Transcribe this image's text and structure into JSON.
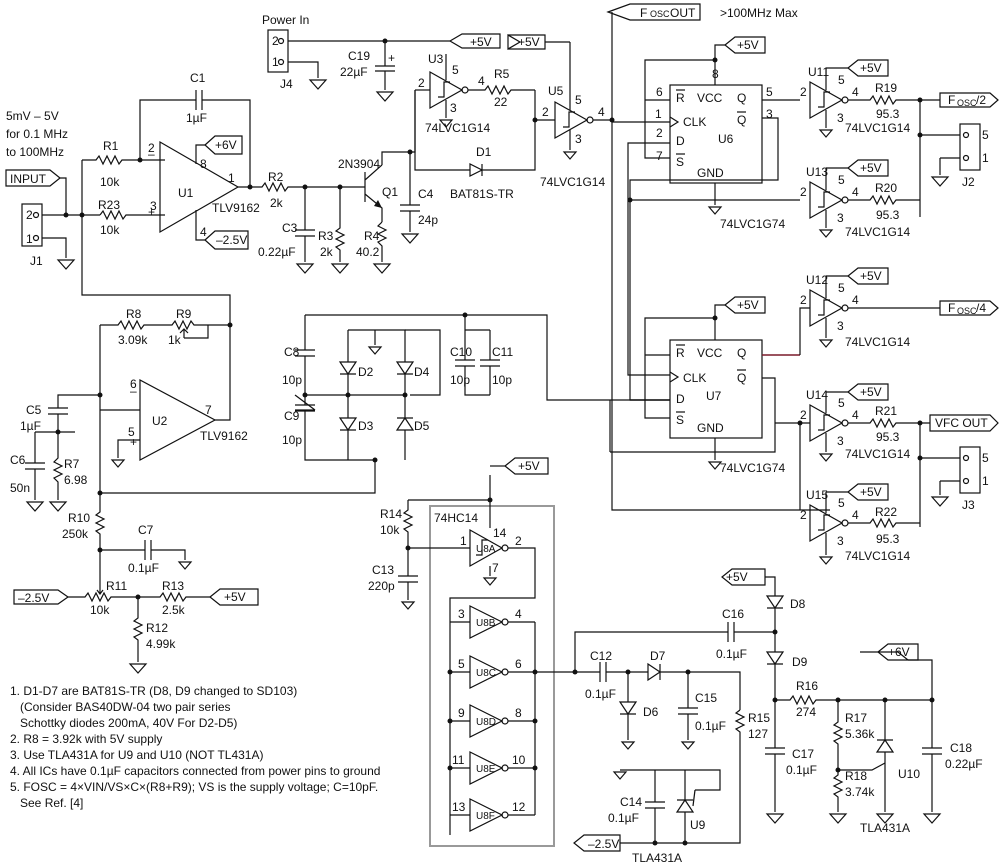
{
  "top": {
    "power_in": "Power In",
    "fosc_out": "F",
    "fosc_out_sub": "OSC",
    "fosc_out_tail": " OUT",
    "max_note": ">100MHz Max"
  },
  "input": {
    "range_1": "5mV – 5V",
    "range_2": "for 0.1 MHz",
    "range_3": "to 100MHz",
    "label": "INPUT"
  },
  "rails": {
    "p6": "+6V",
    "m25": "–2.5V",
    "p5": "+5V"
  },
  "connectors": {
    "j1": "J1",
    "j2": "J2",
    "j3": "J3",
    "j4": "J4",
    "pin1": "1",
    "pin2": "2",
    "pin3": "3",
    "pin5": "5"
  },
  "parts": {
    "c1": "C1",
    "c1v": "1µF",
    "r1": "R1",
    "r1v": "10k",
    "r23": "R23",
    "r23v": "10k",
    "u1": "U1",
    "u1t": "TLV9162",
    "r2": "R2",
    "r2v": "2k",
    "c3": "C3",
    "c3v": "0.22µF",
    "r3": "R3",
    "r3v": "2k",
    "q1": "Q1",
    "q1t": "2N3904",
    "r4": "R4",
    "r4v": "40.2",
    "c4": "C4",
    "c4v": "24p",
    "c19": "C19",
    "c19v": "22µF",
    "u3": "U3",
    "u3t": "74LVC1G14",
    "r5": "R5",
    "r5v": "22",
    "d1": "D1",
    "d1t": "BAT81S-TR",
    "u5": "U5",
    "u5t": "74LVC1G14",
    "u6": "U6",
    "u6t": "74LVC1G74",
    "u7": "U7",
    "u7t": "74LVC1G74",
    "u11": "U11",
    "u11t": "74LVC1G14",
    "r19": "R19",
    "r19v": "95.3",
    "u13": "U13",
    "u13t": "74LVC1G14",
    "r20": "R20",
    "r20v": "95.3",
    "u12": "U12",
    "u12t": "74LVC1G14",
    "u14": "U14",
    "u14t": "74LVC1G14",
    "r21": "R21",
    "r21v": "95.3",
    "u15": "U15",
    "u15t": "74LVC1G14",
    "r22": "R22",
    "r22v": "95.3",
    "r8": "R8",
    "r8v": "3.09k",
    "r9": "R9",
    "r9v": "1k",
    "u2": "U2",
    "u2t": "TLV9162",
    "c5": "C5",
    "c5v": "1µF",
    "c6": "C6",
    "c6v": "50n",
    "r7": "R7",
    "r7v": "6.98",
    "r10": "R10",
    "r10v": "250k",
    "c7": "C7",
    "c7v": "0.1µF",
    "r11": "R11",
    "r11v": "10k",
    "r13": "R13",
    "r13v": "2.5k",
    "r12": "R12",
    "r12v": "4.99k",
    "c8": "C8",
    "c8v": "10p",
    "c9": "C9",
    "c9v": "10p",
    "d2": "D2",
    "d3": "D3",
    "d4": "D4",
    "d5": "D5",
    "c10": "C10",
    "c10v": "10p",
    "c11": "C11",
    "c11v": "10p",
    "r14": "R14",
    "r14v": "10k",
    "c13": "C13",
    "c13v": "220p",
    "hc14": "74HC14",
    "u8a": "U8A",
    "u8b": "U8B",
    "u8c": "U8C",
    "u8d": "U8D",
    "u8e": "U8E",
    "u8f": "U8F",
    "c12": "C12",
    "c12v": "0.1µF",
    "d6": "D6",
    "d7": "D7",
    "c15": "C15",
    "c15v": "0.1µF",
    "r15": "R15",
    "r15v": "127",
    "c14": "C14",
    "c14v": "0.1µF",
    "u9": "U9",
    "u9t": "TLA431A",
    "c16": "C16",
    "c16v": "0.1µF",
    "d8": "D8",
    "d9": "D9",
    "r16": "R16",
    "r16v": "274",
    "c17": "C17",
    "c17v": "0.1µF",
    "r17": "R17",
    "r17v": "5.36k",
    "r18": "R18",
    "r18v": "3.74k",
    "u10": "U10",
    "u10t": "TLA431A",
    "c18": "C18",
    "c18v": "0.22µF"
  },
  "ff": {
    "vcc": "VCC",
    "gnd": "GND",
    "clk": "CLK",
    "d": "D",
    "q": "Q",
    "qbar": "Q",
    "r": "R",
    "s": "S"
  },
  "outputs": {
    "fosc2_main": "F",
    "fosc2_sub": "OSC",
    "fosc2_tail": "/2",
    "fosc4_main": "F",
    "fosc4_sub": "OSC",
    "fosc4_tail": "/4",
    "vfc": "VFC OUT"
  },
  "notes": [
    "1. D1-D7 are BAT81S-TR (D8, D9 changed to SD103)",
    "   (Consider BAS40DW-04 two pair series",
    "   Schottky diodes 200mA, 40V For D2-D5)",
    "2. R8 = 3.92k with 5V supply",
    "3. Use TLA431A for U9 and U10 (NOT TL431A)",
    "4. All ICs have 0.1µF capacitors connected from power pins to ground",
    "5. FOSC = 4×VIN/VS×C×(R8+R9); VS is the supply voltage; C=10pF.",
    "   See Ref. [4]"
  ]
}
